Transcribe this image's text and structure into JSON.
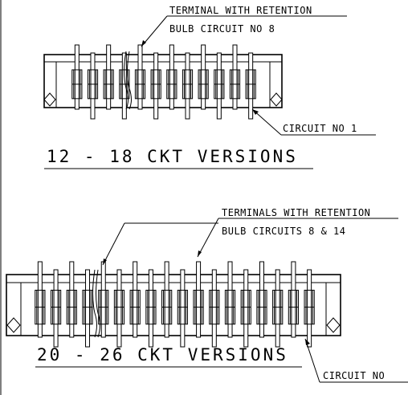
{
  "top_view": {
    "callout_line1": "TERMINAL WITH RETENTION",
    "callout_line2": "BULB CIRCUIT NO  8",
    "circuit_label": "CIRCUIT NO 1",
    "caption": "12 - 18  CKT VERSIONS",
    "terminal_count": 12
  },
  "bottom_view": {
    "callout_line1": "TERMINALS WITH RETENTION",
    "callout_line2": "BULB CIRCUITS 8 & 14",
    "circuit_label": "CIRCUIT NO",
    "caption": "20 - 26 CKT VERSIONS",
    "terminal_count": 18
  }
}
